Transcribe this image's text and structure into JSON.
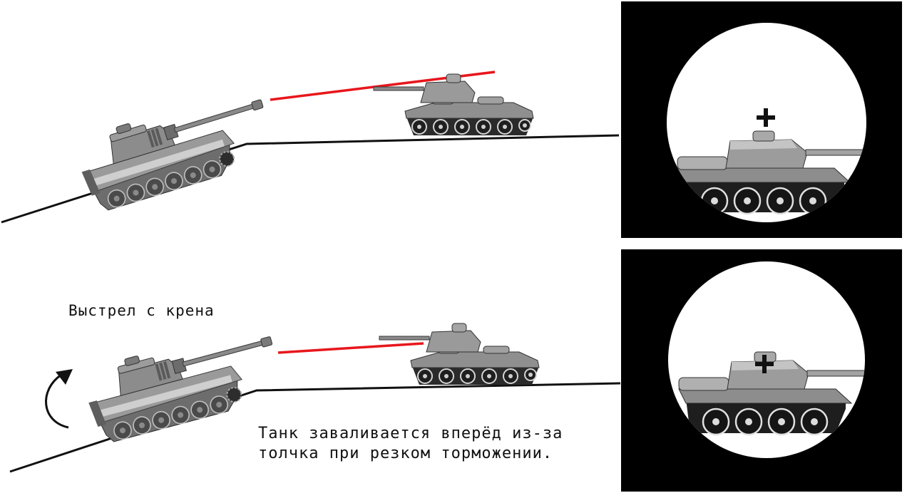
{
  "captions": {
    "roll_shot": "Выстрел с крена",
    "explanation_line1": "Танк заваливается вперёд из-за",
    "explanation_line2": "толчка при резком торможении."
  },
  "colors": {
    "aim_line": "#e8161c",
    "ground_line": "#111111",
    "scope_frame": "#000000",
    "scope_view": "#ffffff",
    "tank_body": "#7f7f7f",
    "tank_light": "#bdbdbd",
    "tank_dark": "#3a3a3a",
    "crosshair": "#111111"
  },
  "icons": {
    "rotation": "rotate-clockwise-arrow-icon",
    "crosshair": "plus-crosshair-icon"
  }
}
